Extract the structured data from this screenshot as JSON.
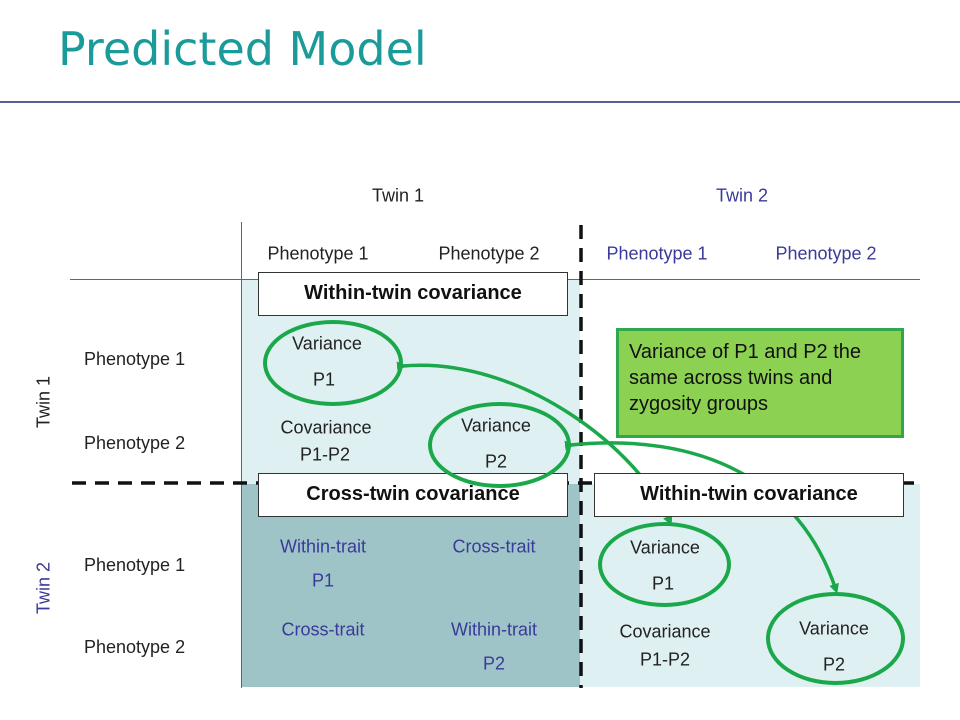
{
  "title": "Predicted Model",
  "header": {
    "twin1": "Twin 1",
    "twin2": "Twin 2"
  },
  "columns": [
    "Phenotype 1",
    "Phenotype 2",
    "Phenotype 1",
    "Phenotype 2"
  ],
  "rows": {
    "twin1_label": "Twin 1",
    "twin2_label": "Twin 2",
    "p1": "Phenotype 1",
    "p2": "Phenotype 2",
    "p1b": "Phenotype 1",
    "p2b": "Phenotype 2"
  },
  "boxes": {
    "within_top": "Within-twin covariance",
    "cross": "Cross-twin covariance",
    "within_bottom": "Within-twin covariance"
  },
  "cells": {
    "tl_var1_a": "Variance",
    "tl_var1_b": "P1",
    "tl_cov_a": "Covariance",
    "tl_cov_b": "P1-P2",
    "tl_var2_a": "Variance",
    "tl_var2_b": "P2",
    "bl_wt1_a": "Within-trait",
    "bl_wt1_b": "P1",
    "bl_ct1": "Cross-trait",
    "bl_ct2": "Cross-trait",
    "bl_wt2_a": "Within-trait",
    "bl_wt2_b": "P2",
    "br_var1_a": "Variance",
    "br_var1_b": "P1",
    "br_cov_a": "Covariance",
    "br_cov_b": "P1-P2",
    "br_var2_a": "Variance",
    "br_var2_b": "P2"
  },
  "note": "Variance of P1 and P2 the same across twins and zygosity groups",
  "colors": {
    "title": "#1a9b99",
    "light_cell": "#dff0f2",
    "dark_cell": "#9fc4c8",
    "green": "#1aa84a",
    "note_bg": "#8cd152",
    "blue_text": "#3a3a9a"
  }
}
